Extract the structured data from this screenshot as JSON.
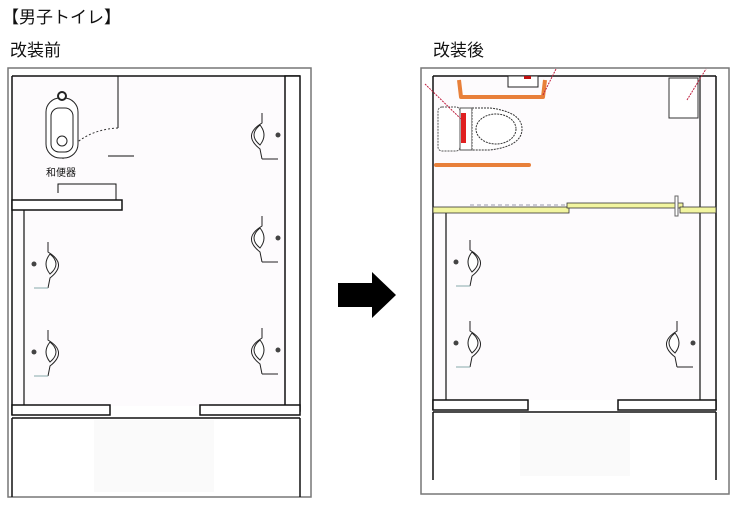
{
  "title": "【男子トイレ】",
  "before": {
    "label": "改装前",
    "fixture_label": "和便器"
  },
  "after": {
    "label": "改装後"
  },
  "colors": {
    "handrail": "#e8803a",
    "partition": "#f2f5a0",
    "accent_red": "#e02020"
  }
}
